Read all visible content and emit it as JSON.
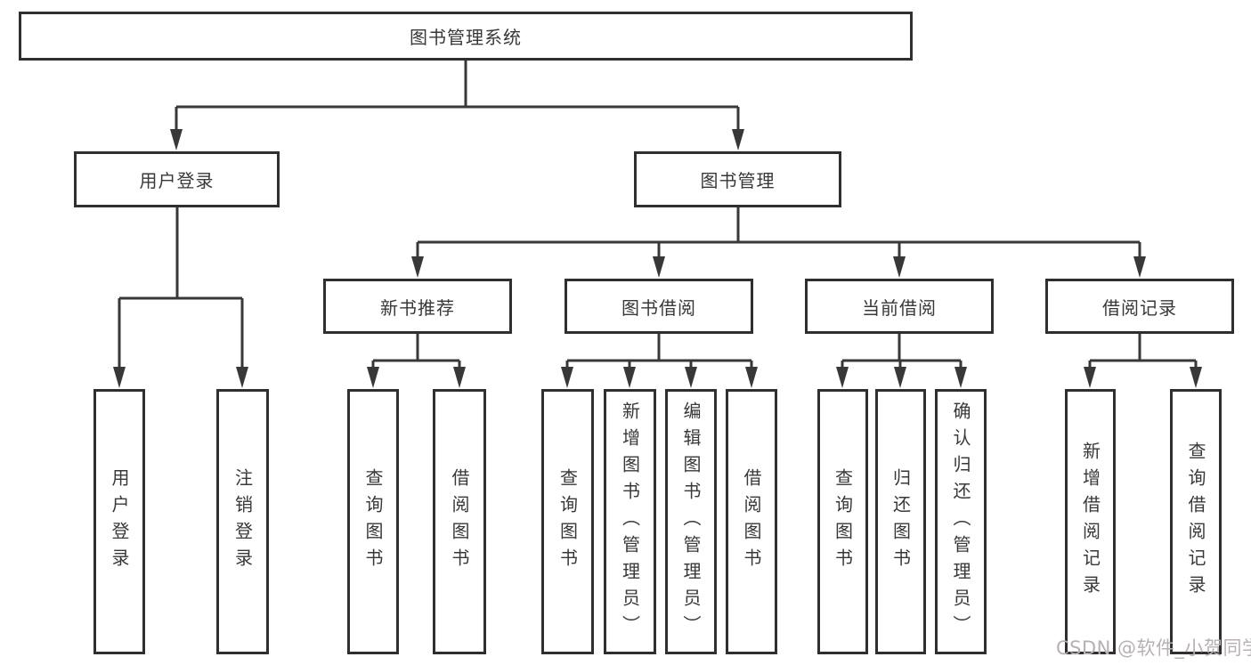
{
  "tree": {
    "root": "图书管理系统",
    "user_login": {
      "label": "用户登录",
      "children": [
        "用户登录",
        "注销登录"
      ]
    },
    "book_management": {
      "label": "图书管理",
      "sections": {
        "new_books": {
          "label": "新书推荐",
          "children": [
            "查询图书",
            "借阅图书"
          ]
        },
        "borrow": {
          "label": "图书借阅",
          "children": [
            "查询图书",
            "新增图书（管理员）",
            "编辑图书（管理员）",
            "借阅图书"
          ]
        },
        "current": {
          "label": "当前借阅",
          "children": [
            "查询图书",
            "归还图书",
            "确认归还（管理员）"
          ]
        },
        "records": {
          "label": "借阅记录",
          "children": [
            "新增借阅记录",
            "查询借阅记录"
          ]
        }
      }
    }
  },
  "watermark": "CSDN @软件_小贺同学",
  "colors": {
    "background": "#ffffff",
    "box_border": "#2f2f2f",
    "connector_line": "#383838",
    "text": "#383838",
    "watermark": "#b9b1b1"
  }
}
